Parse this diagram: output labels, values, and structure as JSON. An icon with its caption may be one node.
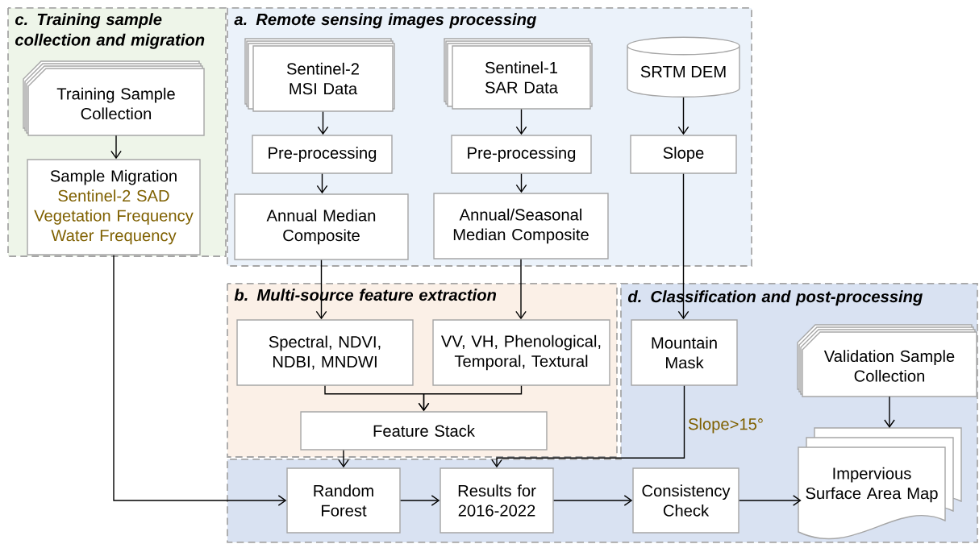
{
  "diagram": {
    "nodes": [
      {
        "text": [
          "c. Training sample collection and migration"
        ]
      },
      {
        "text": [
          "Training Sample Collection"
        ],
        "in": 0
      },
      {
        "text": [
          "Sample Migration",
          "Sentinel-2 SAD",
          "Vegetation Frequency",
          "Water Frequency"
        ],
        "in": 0
      },
      {
        "text": [
          "a. Remote sensing images processing"
        ]
      },
      {
        "text": [
          "Sentinel-2 MSI Data"
        ],
        "in": 3
      },
      {
        "text": [
          "Sentinel-1 SAR Data"
        ],
        "in": 3
      },
      {
        "text": [
          "SRTM DEM"
        ],
        "in": 3
      },
      {
        "text": [
          "Pre-processing"
        ],
        "in": 3
      },
      {
        "text": [
          "Pre-processing"
        ],
        "in": 3
      },
      {
        "text": [
          "Slope"
        ],
        "in": 3
      },
      {
        "text": [
          "Annual Median Composite"
        ],
        "in": 3
      },
      {
        "text": [
          "Annual/Seasonal Median Composite"
        ],
        "in": 3
      },
      {
        "text": [
          "b. Multi-source feature extraction"
        ]
      },
      {
        "text": [
          "Spectral, NDVI, NDBI, MNDWI"
        ],
        "in": 12
      },
      {
        "text": [
          "VV, VH, Phenological, Temporal, Textural"
        ],
        "in": 12
      },
      {
        "text": [
          "Feature Stack"
        ],
        "in": 12
      },
      {
        "text": [
          "d. Classification and post-processing"
        ]
      },
      {
        "text": [
          "Mountain Mask"
        ],
        "in": 16
      },
      {
        "text": [
          "Validation Sample Collection"
        ],
        "in": 16
      },
      {
        "text": [
          "Random Forest"
        ],
        "in": 16
      },
      {
        "text": [
          "Results for 2016-2022"
        ],
        "in": 16
      },
      {
        "text": [
          "Consistency Check"
        ],
        "in": 16
      },
      {
        "text": [
          "Impervious Surface Area Map"
        ],
        "in": 16
      }
    ],
    "edges": [
      {
        "from": 1,
        "to": 2,
        "arrow": "to"
      },
      {
        "from": 4,
        "to": 7,
        "arrow": "to"
      },
      {
        "from": 5,
        "to": 8,
        "arrow": "to"
      },
      {
        "from": 6,
        "to": 9,
        "arrow": "to"
      },
      {
        "from": 7,
        "to": 10,
        "arrow": "to"
      },
      {
        "from": 8,
        "to": 11,
        "arrow": "to"
      },
      {
        "from": 9,
        "to": 17,
        "arrow": "to"
      },
      {
        "from": 10,
        "to": 13,
        "arrow": "to"
      },
      {
        "from": 11,
        "to": 14,
        "arrow": "to"
      },
      {
        "from": 13,
        "to": 15,
        "arrow": "to"
      },
      {
        "from": 14,
        "to": 15,
        "arrow": "to"
      },
      {
        "from": 2,
        "to": 19,
        "arrow": "to"
      },
      {
        "from": 15,
        "to": 19,
        "arrow": "to"
      },
      {
        "from": 17,
        "to": 20,
        "arrow": "to",
        "label": "Slope>15°"
      },
      {
        "from": 19,
        "to": 20,
        "arrow": "to"
      },
      {
        "from": 20,
        "to": 21,
        "arrow": "to"
      },
      {
        "from": 21,
        "to": 22,
        "arrow": "to"
      },
      {
        "from": 18,
        "to": 22,
        "arrow": "to"
      }
    ]
  }
}
